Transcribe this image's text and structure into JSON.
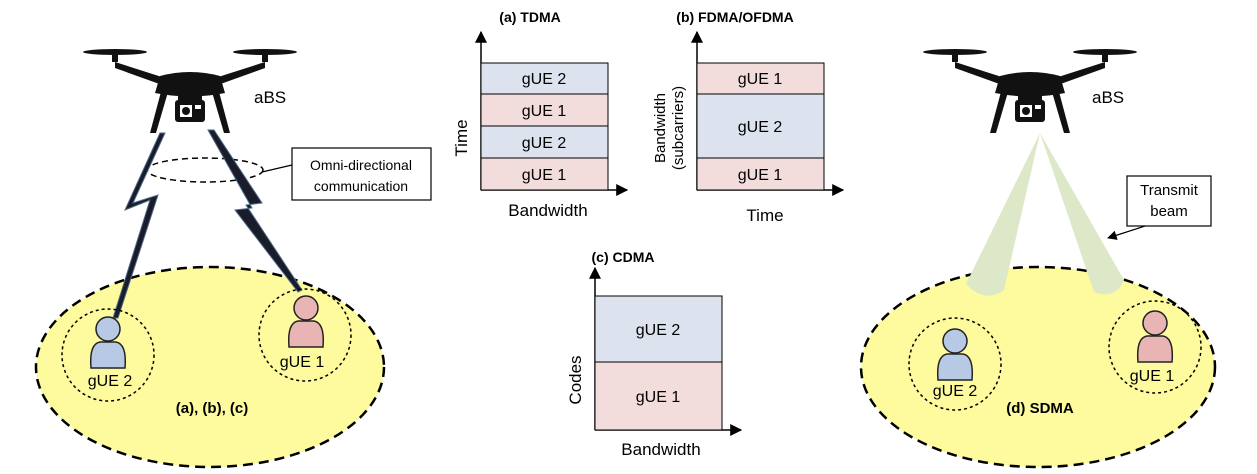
{
  "left_scene": {
    "drone_label": "aBS",
    "callout": [
      "Omni-directional",
      "communication"
    ],
    "user_left": "gUE 2",
    "user_right": "gUE 1",
    "caption": "(a), (b), (c)"
  },
  "tdma": {
    "title": "(a) TDMA",
    "y_label": "Time",
    "x_label": "Bandwidth",
    "blocks": [
      "gUE 2",
      "gUE 1",
      "gUE 2",
      "gUE 1"
    ]
  },
  "fdma": {
    "title": "(b) FDMA/OFDMA",
    "y_label_line1": "Bandwidth",
    "y_label_line2": "(subcarriers)",
    "x_label": "Time",
    "blocks": [
      "gUE 1",
      "gUE 2",
      "gUE 1"
    ]
  },
  "cdma": {
    "title": "(c) CDMA",
    "y_label": "Codes",
    "x_label": "Bandwidth",
    "blocks": [
      "gUE 2",
      "gUE 1"
    ]
  },
  "right_scene": {
    "drone_label": "aBS",
    "callout": [
      "Transmit",
      "beam"
    ],
    "user_left": "gUE 2",
    "user_right": "gUE 1",
    "caption": "(d) SDMA"
  },
  "colors": {
    "blue_block": "#dce3ee",
    "pink_block": "#f2dcdc",
    "ground": "#fdfb9d",
    "beam": "#dde8c8",
    "user_blue": "#b8c9e6",
    "user_pink": "#e8b4b4"
  }
}
